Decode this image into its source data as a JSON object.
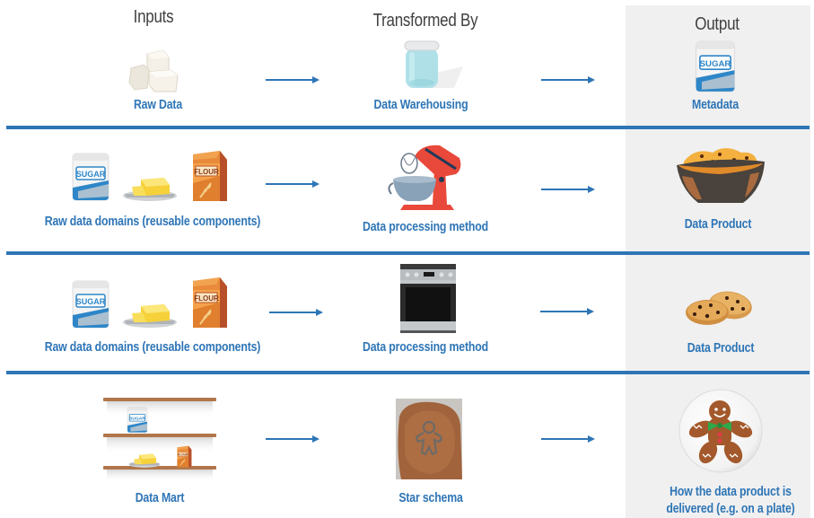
{
  "headers": {
    "inputs": "Inputs",
    "transformed_by": "Transformed By",
    "output": "Output"
  },
  "colors": {
    "accent": "#2e75b6",
    "header_text": "#404040",
    "output_panel": "#f0f0f0"
  },
  "rows": [
    {
      "input": {
        "label": "Raw Data",
        "icons": [
          "sugar-cubes-icon"
        ]
      },
      "transform": {
        "label": "Data Warehousing",
        "icon": "glass-jar-icon"
      },
      "output": {
        "label": "Metadata",
        "icon": "sugar-bag-icon"
      }
    },
    {
      "input": {
        "label": "Raw data domains (reusable components)",
        "icons": [
          "sugar-bag-icon",
          "butter-icon",
          "flour-bag-icon"
        ]
      },
      "transform": {
        "label": "Data processing method",
        "icon": "stand-mixer-icon"
      },
      "output": {
        "label": "Data Product",
        "icon": "cookie-dough-bowl-icon"
      }
    },
    {
      "input": {
        "label": "Raw data domains (reusable components)",
        "icons": [
          "sugar-bag-icon",
          "butter-icon",
          "flour-bag-icon"
        ]
      },
      "transform": {
        "label": "Data processing method",
        "icon": "oven-icon"
      },
      "output": {
        "label": "Data Product",
        "icon": "cookies-icon"
      }
    },
    {
      "input": {
        "label": "Data Mart",
        "icons": [
          "pantry-shelves-icon"
        ]
      },
      "transform": {
        "label": "Star schema",
        "icon": "cookie-cutter-dough-icon"
      },
      "output": {
        "label": "How the data product is delivered (e.g. on a plate)",
        "icon": "gingerbread-plate-icon"
      }
    }
  ]
}
